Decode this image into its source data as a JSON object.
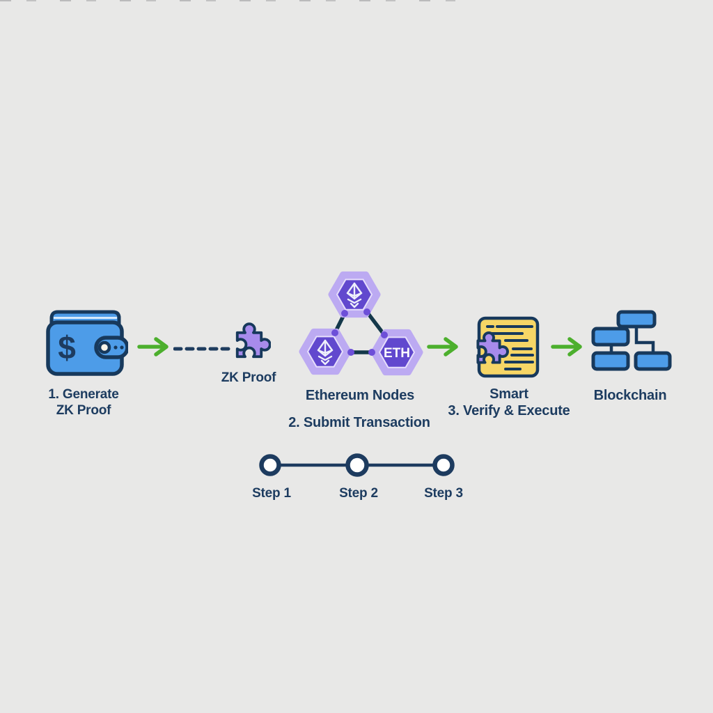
{
  "colors": {
    "background": "#e8e8e7",
    "text_navy": "#1d3c60",
    "outline_navy": "#17395c",
    "block_blue": "#4d9ce8",
    "arrow_green": "#4caf2d",
    "puzzle_purple": "#a78bec",
    "hex_outer_purple": "#bcaaf2",
    "hex_inner_purple": "#6148ce",
    "connector_teal": "#14384a",
    "connector_dot_purple": "#6d4fd8",
    "contract_yellow": "#f6d666"
  },
  "flow": {
    "step1": {
      "icon": "wallet-icon",
      "label_line1": "1. Generate",
      "label_line2": "ZK Proof"
    },
    "zk_proof": {
      "icon": "puzzle-icon",
      "label": "ZK Proof"
    },
    "step2": {
      "icon": "ethereum-nodes-icon",
      "label": "Ethereum Nodes",
      "sublabel": "2. Submit Transaction",
      "eth_badge": "ETH"
    },
    "step3": {
      "icon": "smart-contract-icon",
      "label_line1": "Smart",
      "label_line2": "3. Verify & Execute"
    },
    "result": {
      "icon": "blockchain-icon",
      "label": "Blockchain"
    }
  },
  "timeline": {
    "steps": [
      {
        "label": "Step 1"
      },
      {
        "label": "Step 2"
      },
      {
        "label": "Step 3"
      }
    ]
  }
}
